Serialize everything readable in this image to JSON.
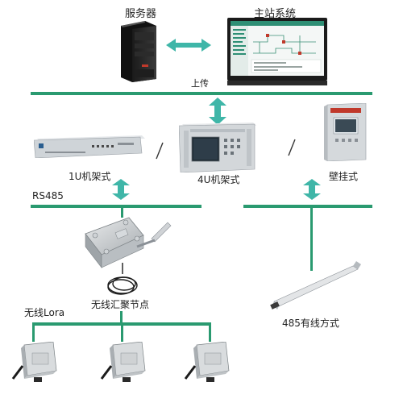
{
  "labels": {
    "server": "服务器",
    "master": "主站系统",
    "upload": "上传",
    "rack1u": "1U机架式",
    "rack4u": "4U机架式",
    "wall": "壁挂式",
    "rs485": "RS485",
    "gateway": "无线汇聚节点",
    "lora": "无线Lora",
    "wired485": "485有线方式"
  },
  "colors": {
    "bus": "#2a9a70",
    "arrow": "#3fb6a8"
  },
  "icons": {
    "server": "server-tower-icon",
    "monitor": "monitor-icon",
    "rack1u": "rack-1u-device-icon",
    "rack4u": "rack-4u-device-icon",
    "wall": "wall-mount-cabinet-icon",
    "gateway": "wireless-gateway-icon",
    "sensor": "wireless-sensor-icon",
    "rod": "displacement-sensor-rod-icon"
  }
}
